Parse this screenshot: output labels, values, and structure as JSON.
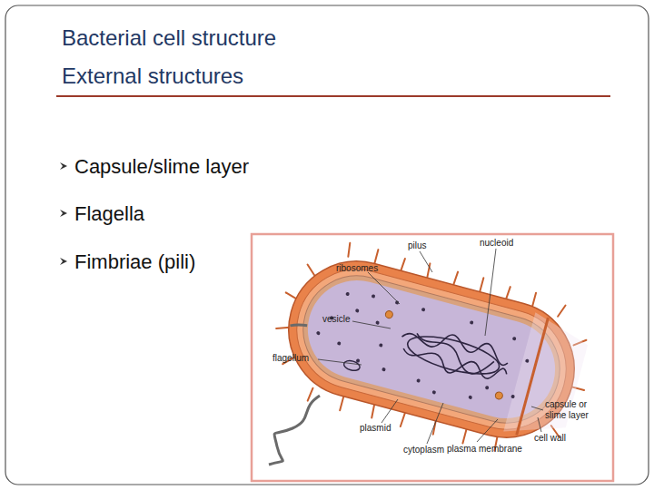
{
  "diagram": {
    "title": "Bacterial cell structure",
    "labels": [
      "External structures",
      "Capsule/slime layer",
      "Flagella",
      "Fimbriae (pili)",
      "pilus",
      "nucleoid",
      "ribosomes",
      "vesicle",
      "flagellum",
      "plasmid",
      "cytoplasm",
      "plasma membrane",
      "cell wall",
      "capsule or slime layer"
    ]
  }
}
